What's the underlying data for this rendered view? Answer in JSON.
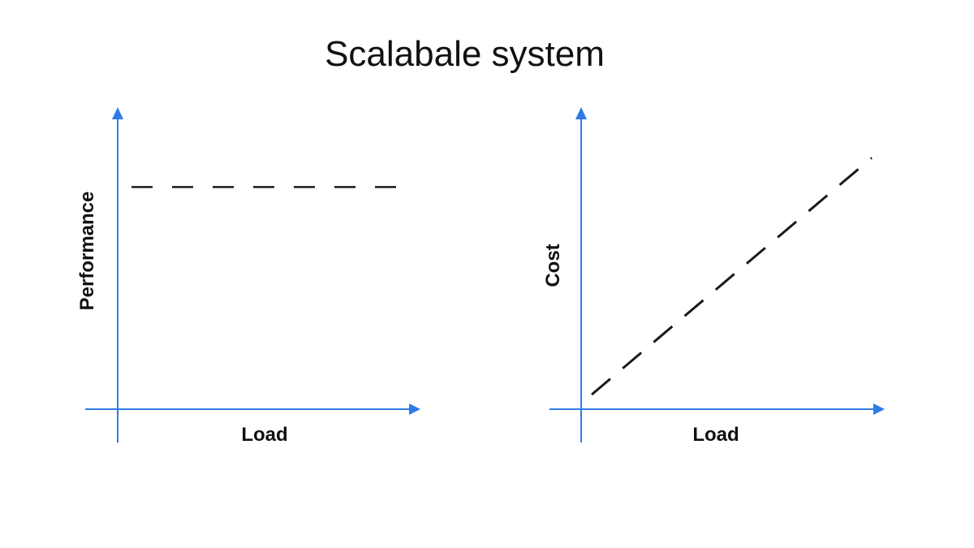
{
  "title": "Scalabale system",
  "colors": {
    "axis": "#2f7be6",
    "series": "#1a1a1a",
    "text": "#111111"
  },
  "chart_data": [
    {
      "type": "line",
      "xlabel": "Load",
      "ylabel": "Performance",
      "grid": false,
      "x": [
        0,
        1
      ],
      "series": [
        {
          "values": [
            0.76,
            0.76
          ],
          "style": "dashed"
        }
      ]
    },
    {
      "type": "line",
      "xlabel": "Load",
      "ylabel": "Cost",
      "grid": false,
      "x": [
        0,
        1
      ],
      "series": [
        {
          "values": [
            0.05,
            0.86
          ],
          "style": "dashed"
        }
      ]
    }
  ]
}
